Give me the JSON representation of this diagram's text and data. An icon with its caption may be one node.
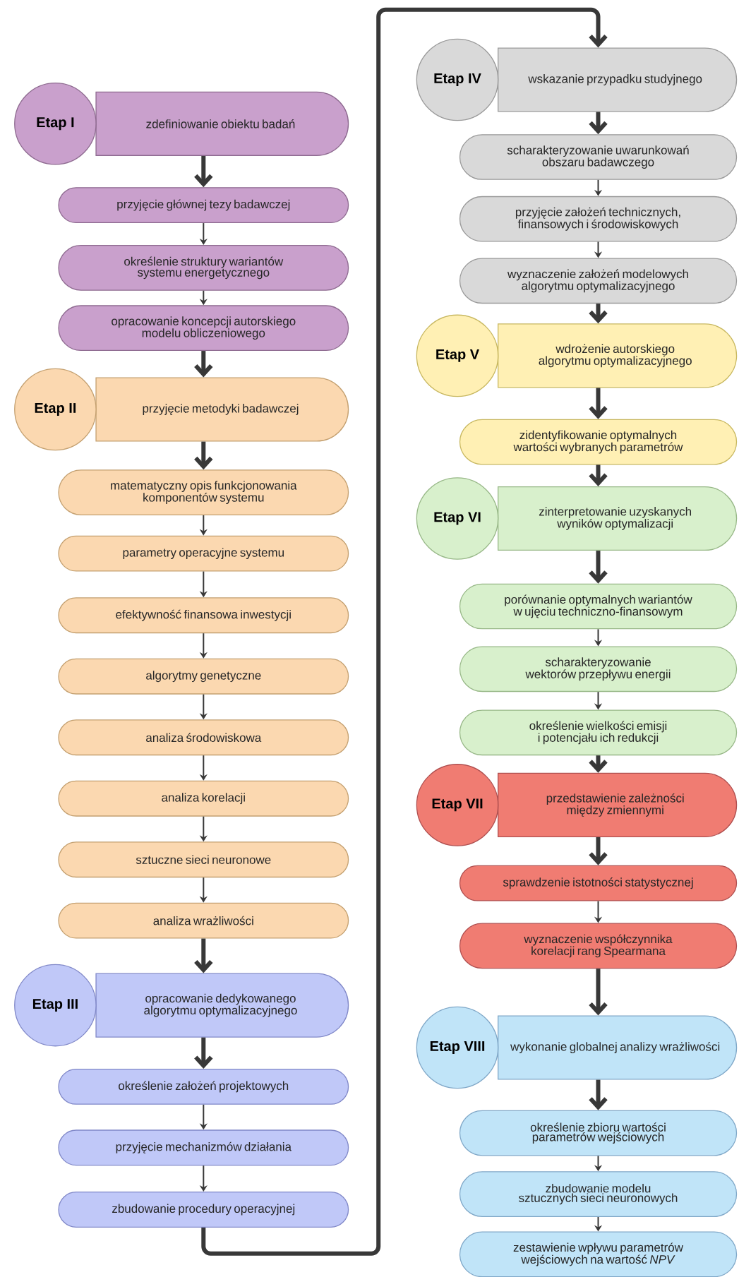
{
  "diagram": {
    "nodes": [
      {
        "text": [
          "Etap I"
        ]
      },
      {
        "text": [
          "zdefiniowanie obiektu badań"
        ]
      },
      {
        "text": [
          "przyjęcie głównej tezy badawczej"
        ]
      },
      {
        "text": [
          "określenie struktury wariantów systemu energetycznego"
        ]
      },
      {
        "text": [
          "opracowanie koncepcji autorskiego modelu obliczeniowego"
        ]
      },
      {
        "text": [
          "Etap II"
        ]
      },
      {
        "text": [
          "przyjęcie metodyki badawczej"
        ]
      },
      {
        "text": [
          "matematyczny opis funkcjonowania komponentów systemu"
        ]
      },
      {
        "text": [
          "parametry operacyjne systemu"
        ]
      },
      {
        "text": [
          "efektywność finansowa inwestycji"
        ]
      },
      {
        "text": [
          "algorytmy genetyczne"
        ]
      },
      {
        "text": [
          "analiza środowiskowa"
        ]
      },
      {
        "text": [
          "analiza korelacji"
        ]
      },
      {
        "text": [
          "sztuczne sieci neuronowe"
        ]
      },
      {
        "text": [
          "analiza wrażliwości"
        ]
      },
      {
        "text": [
          "Etap III"
        ]
      },
      {
        "text": [
          "opracowanie dedykowanego algorytmu optymalizacyjnego"
        ]
      },
      {
        "text": [
          "określenie założeń projektowych"
        ]
      },
      {
        "text": [
          "przyjęcie mechanizmów działania"
        ]
      },
      {
        "text": [
          "zbudowanie procedury operacyjnej"
        ]
      },
      {
        "text": [
          "Etap IV"
        ]
      },
      {
        "text": [
          "wskazanie przypadku studyjnego"
        ]
      },
      {
        "text": [
          "scharakteryzowanie uwarunkowań obszaru badawczego"
        ]
      },
      {
        "text": [
          "przyjęcie założeń technicznych, finansowych i środowiskowych"
        ]
      },
      {
        "text": [
          "wyznaczenie założeń modelowych algorytmu optymalizacyjnego"
        ]
      },
      {
        "text": [
          "Etap V"
        ]
      },
      {
        "text": [
          "wdrożenie autorskiego algorytmu optymalizacyjnego"
        ]
      },
      {
        "text": [
          "zidentyfikowanie optymalnych wartości wybranych parametrów"
        ]
      },
      {
        "text": [
          "Etap VI"
        ]
      },
      {
        "text": [
          "zinterpretowanie uzyskanych wyników optymalizacji"
        ]
      },
      {
        "text": [
          "porównanie optymalnych wariantów w ujęciu techniczno-finansowym"
        ]
      },
      {
        "text": [
          "scharakteryzowanie wektorów przepływu energii"
        ]
      },
      {
        "text": [
          "określenie wielkości emisji i potencjału ich redukcji"
        ]
      },
      {
        "text": [
          "Etap VII"
        ]
      },
      {
        "text": [
          "przedstawienie zależności między zmiennymi"
        ]
      },
      {
        "text": [
          "sprawdzenie istotności statystycznej"
        ]
      },
      {
        "text": [
          "wyznaczenie współczynnika korelacji rang Spearmana"
        ]
      },
      {
        "text": [
          "Etap VIII"
        ]
      },
      {
        "text": [
          "wykonanie globalnej analizy wrażliwości"
        ]
      },
      {
        "text": [
          "określenie zbioru wartości parametrów wejściowych"
        ]
      },
      {
        "text": [
          "zbudowanie modelu sztucznych sieci neuronowych"
        ]
      },
      {
        "text": [
          "zestawienie wpływu parametrów wejściowych na wartość *NPV*"
        ]
      }
    ],
    "edges": [
      {
        "from": 1,
        "to": 2,
        "arrow": "to",
        "style": "thick"
      },
      {
        "from": 2,
        "to": 3,
        "arrow": "to"
      },
      {
        "from": 3,
        "to": 4,
        "arrow": "to"
      },
      {
        "from": 4,
        "to": 6,
        "arrow": "to",
        "style": "thick"
      },
      {
        "from": 6,
        "to": 7,
        "arrow": "to",
        "style": "thick"
      },
      {
        "from": 7,
        "to": 8,
        "arrow": "to"
      },
      {
        "from": 8,
        "to": 9,
        "arrow": "to"
      },
      {
        "from": 9,
        "to": 10,
        "arrow": "to"
      },
      {
        "from": 10,
        "to": 11,
        "arrow": "to"
      },
      {
        "from": 11,
        "to": 12,
        "arrow": "to"
      },
      {
        "from": 12,
        "to": 13,
        "arrow": "to"
      },
      {
        "from": 13,
        "to": 14,
        "arrow": "to"
      },
      {
        "from": 14,
        "to": 16,
        "arrow": "to",
        "style": "thick"
      },
      {
        "from": 16,
        "to": 17,
        "arrow": "to",
        "style": "thick"
      },
      {
        "from": 17,
        "to": 18,
        "arrow": "to"
      },
      {
        "from": 18,
        "to": 19,
        "arrow": "to"
      },
      {
        "from": 19,
        "to": 21,
        "arrow": "to",
        "style": "thick"
      },
      {
        "from": 21,
        "to": 22,
        "arrow": "to",
        "style": "thick"
      },
      {
        "from": 22,
        "to": 23,
        "arrow": "to"
      },
      {
        "from": 23,
        "to": 24,
        "arrow": "to"
      },
      {
        "from": 24,
        "to": 26,
        "arrow": "to",
        "style": "thick"
      },
      {
        "from": 26,
        "to": 27,
        "arrow": "to",
        "style": "thick"
      },
      {
        "from": 27,
        "to": 29,
        "arrow": "to",
        "style": "thick"
      },
      {
        "from": 29,
        "to": 30,
        "arrow": "to",
        "style": "thick"
      },
      {
        "from": 30,
        "to": 31,
        "arrow": "to"
      },
      {
        "from": 31,
        "to": 32,
        "arrow": "to"
      },
      {
        "from": 32,
        "to": 34,
        "arrow": "to",
        "style": "thick"
      },
      {
        "from": 34,
        "to": 35,
        "arrow": "to",
        "style": "thick"
      },
      {
        "from": 35,
        "to": 36,
        "arrow": "to"
      },
      {
        "from": 36,
        "to": 38,
        "arrow": "to",
        "style": "thick"
      },
      {
        "from": 38,
        "to": 39,
        "arrow": "to",
        "style": "thick"
      },
      {
        "from": 39,
        "to": 40,
        "arrow": "to"
      },
      {
        "from": 40,
        "to": 41,
        "arrow": "to"
      }
    ]
  }
}
